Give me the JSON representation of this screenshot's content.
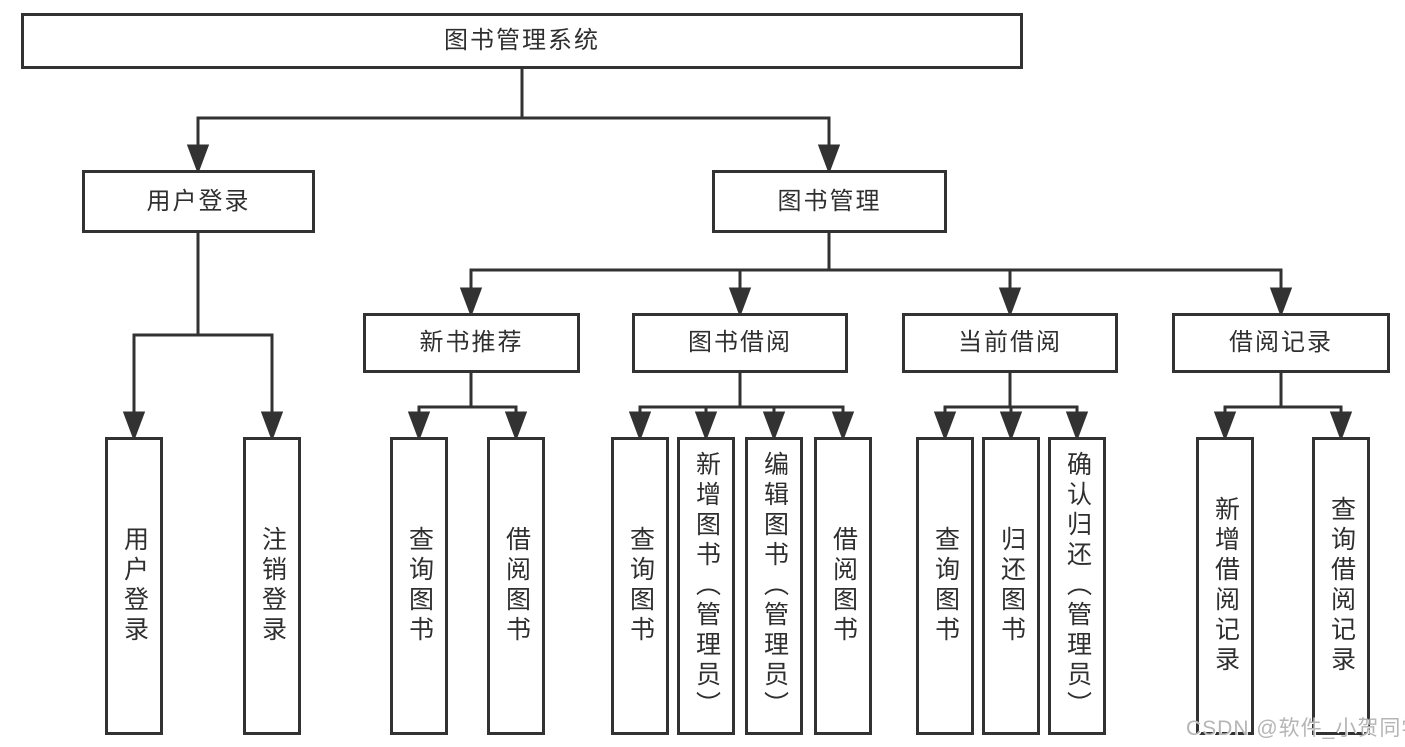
{
  "diagram_type": "hierarchy-tree",
  "colors": {
    "line": "#323232",
    "box_border": "#323232",
    "text": "#2f2f2f",
    "background": "#ffffff",
    "watermark": "#b5b5b5"
  },
  "tree": {
    "label": "图书管理系统",
    "children": [
      {
        "label": "用户登录",
        "children": [
          {
            "label": "用户登录"
          },
          {
            "label": "注销登录"
          }
        ]
      },
      {
        "label": "图书管理",
        "children": [
          {
            "label": "新书推荐",
            "children": [
              {
                "label": "查询图书"
              },
              {
                "label": "借阅图书"
              }
            ]
          },
          {
            "label": "图书借阅",
            "children": [
              {
                "label": "查询图书"
              },
              {
                "label": "新增图书（管理员）"
              },
              {
                "label": "编辑图书（管理员）"
              },
              {
                "label": "借阅图书"
              }
            ]
          },
          {
            "label": "当前借阅",
            "children": [
              {
                "label": "查询图书"
              },
              {
                "label": "归还图书"
              },
              {
                "label": "确认归还（管理员）"
              }
            ]
          },
          {
            "label": "借阅记录",
            "children": [
              {
                "label": "新增借阅记录"
              },
              {
                "label": "查询借阅记录"
              }
            ]
          }
        ]
      }
    ]
  },
  "watermark": "CSDN @软件_小贺同学"
}
